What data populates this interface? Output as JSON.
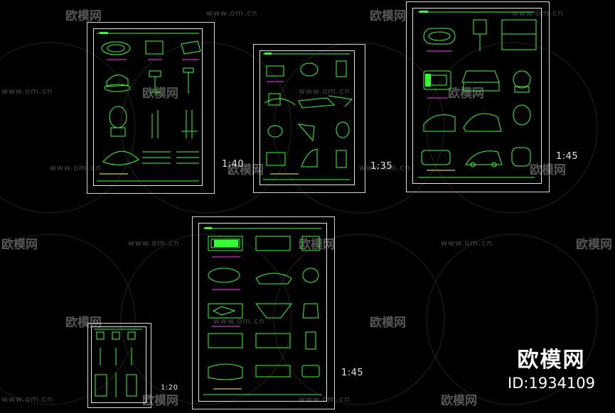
{
  "drawing": {
    "scales": {
      "sheet_a": "1:40",
      "sheet_b": "1:35",
      "sheet_c": "1:45",
      "sheet_d": "1:45",
      "sheet_e": "1:20"
    }
  },
  "watermark": {
    "url_text": "www.om.cn",
    "cn_text": "欧模网"
  },
  "brand": {
    "name": "欧模网",
    "id_label": "ID:1934109"
  },
  "colors": {
    "background": "#000000",
    "line_green": "#33ff33",
    "frame": "#e8e8e8",
    "accent_magenta": "#ff33ff",
    "accent_yellow": "#ffff66"
  }
}
